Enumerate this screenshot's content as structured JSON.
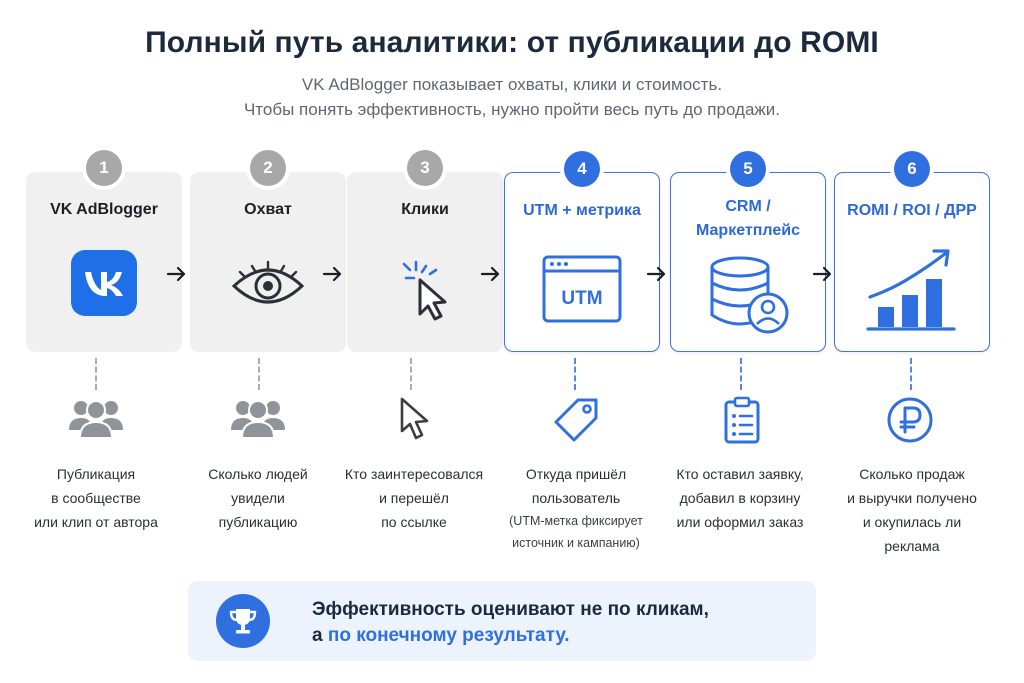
{
  "header": {
    "title": "Полный путь аналитики: от публикации до ROMI",
    "subtitle_line1": "VK AdBlogger показывает охваты, клики и стоимость.",
    "subtitle_line2": "Чтобы понять эффективность, нужно пройти весь путь до продажи."
  },
  "colors": {
    "accent": "#2f6fe0",
    "gray_card": "#f0f0f1",
    "gray_badge": "#a8a8a8",
    "vk_blue": "#1f6fe8"
  },
  "steps": [
    {
      "num": "1",
      "label": "VK AdBlogger",
      "icon": "vk-logo-icon",
      "sub_icon": "users-group-icon",
      "desc": [
        "Публикация",
        "в сообществе",
        "или клип от автора"
      ]
    },
    {
      "num": "2",
      "label": "Охват",
      "icon": "eye-icon",
      "sub_icon": "users-group-icon",
      "desc": [
        "Сколько людей",
        "увидели",
        "публикацию"
      ]
    },
    {
      "num": "3",
      "label": "Клики",
      "icon": "cursor-click-icon",
      "sub_icon": "cursor-icon",
      "desc": [
        "Кто заинтересовался",
        "и перешёл",
        "по ссылке"
      ]
    },
    {
      "num": "4",
      "label": "UTM + метрика",
      "icon": "browser-utm-icon",
      "icon_text": "UTM",
      "sub_icon": "tag-icon",
      "desc": [
        "Откуда пришёл",
        "пользователь"
      ],
      "note": [
        "(UTM-метка фиксирует",
        "источник и кампанию)"
      ]
    },
    {
      "num": "5",
      "label_line1": "CRM /",
      "label_line2": "Маркетплейс",
      "icon": "database-user-icon",
      "sub_icon": "clipboard-list-icon",
      "desc": [
        "Кто оставил заявку,",
        "добавил в корзину",
        "или оформил заказ"
      ]
    },
    {
      "num": "6",
      "label": "ROMI / ROI / ДРР",
      "icon": "growth-chart-icon",
      "sub_icon": "ruble-coin-icon",
      "desc": [
        "Сколько продаж",
        "и выручки получено",
        "и окупилась ли",
        "реклама"
      ]
    }
  ],
  "banner": {
    "icon": "trophy-icon",
    "line1": "Эффективность оценивают не по кликам,",
    "line2_prefix": "а ",
    "line2_highlight": "по конечному результату."
  }
}
